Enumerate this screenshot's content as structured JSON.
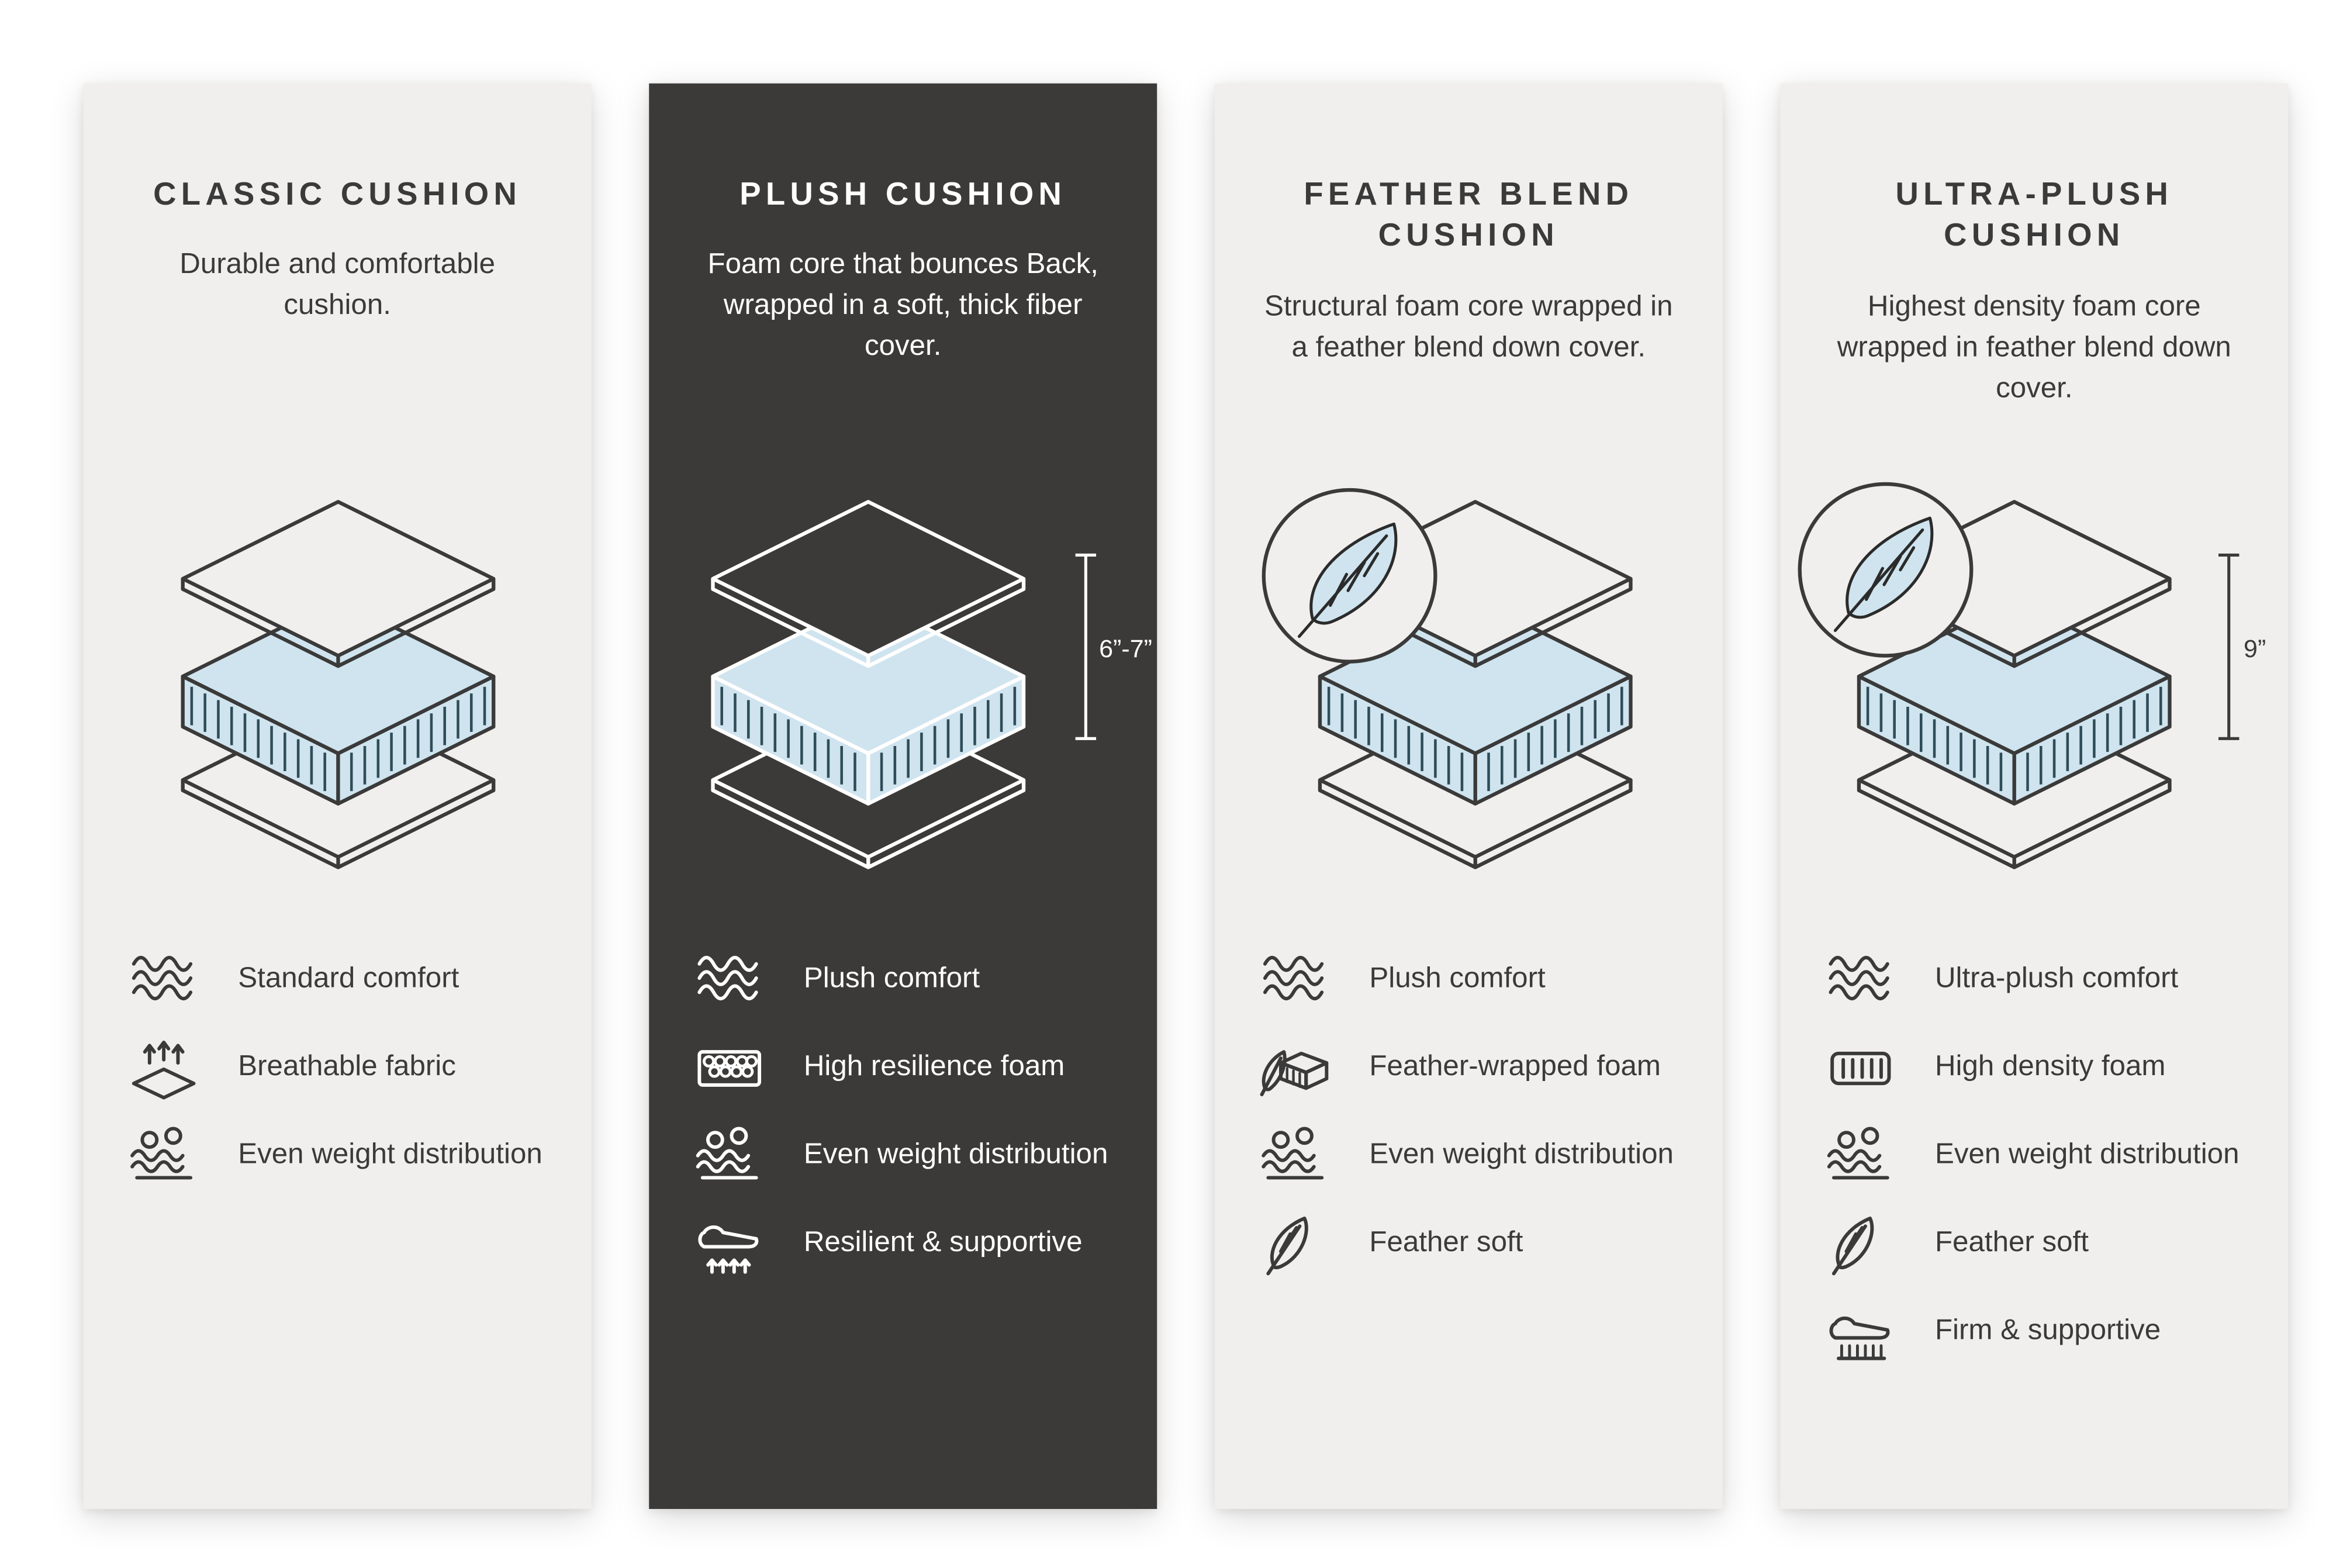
{
  "colors": {
    "panel_light": "#f0efed",
    "panel_dark": "#3b3a38",
    "ink": "#3a3a3a",
    "foam": "#cfe4ee",
    "hatch": "#2f4d58"
  },
  "panels": [
    {
      "theme": "light",
      "title": "CLASSIC CUSHION",
      "description": "Durable and comfortable cushion.",
      "diagram": {
        "feather_badge": false,
        "measurement": ""
      },
      "features": [
        {
          "icon": "waves-icon",
          "label": "Standard comfort"
        },
        {
          "icon": "breathable-fabric-icon",
          "label": "Breathable fabric"
        },
        {
          "icon": "even-weight-icon",
          "label": "Even weight distribution"
        }
      ]
    },
    {
      "theme": "dark",
      "title": "PLUSH CUSHION",
      "description": "Foam core that bounces Back, wrapped in a soft, thick fiber cover.",
      "diagram": {
        "feather_badge": false,
        "measurement": "6”-7”"
      },
      "features": [
        {
          "icon": "waves-icon",
          "label": "Plush comfort"
        },
        {
          "icon": "honeycomb-foam-icon",
          "label": "High resilience foam"
        },
        {
          "icon": "even-weight-icon",
          "label": "Even weight distribution"
        },
        {
          "icon": "resilient-supportive-icon",
          "label": "Resilient & supportive"
        }
      ]
    },
    {
      "theme": "light",
      "title": "FEATHER BLEND CUSHION",
      "description": "Structural foam core wrapped in a feather blend down cover.",
      "diagram": {
        "feather_badge": true,
        "measurement": ""
      },
      "features": [
        {
          "icon": "waves-icon",
          "label": "Plush comfort"
        },
        {
          "icon": "feather-wrapped-foam-icon",
          "label": "Feather-wrapped foam"
        },
        {
          "icon": "even-weight-icon",
          "label": "Even weight distribution"
        },
        {
          "icon": "feather-icon",
          "label": "Feather soft"
        }
      ]
    },
    {
      "theme": "light",
      "title": "ULTRA-PLUSH CUSHION",
      "description": "Highest density foam core wrapped in feather blend down cover.",
      "diagram": {
        "feather_badge": true,
        "measurement": "9”"
      },
      "features": [
        {
          "icon": "waves-icon",
          "label": "Ultra-plush comfort"
        },
        {
          "icon": "high-density-foam-icon",
          "label": "High density foam"
        },
        {
          "icon": "even-weight-icon",
          "label": "Even weight distribution"
        },
        {
          "icon": "feather-icon",
          "label": "Feather soft"
        },
        {
          "icon": "firm-supportive-icon",
          "label": "Firm & supportive"
        }
      ]
    }
  ]
}
